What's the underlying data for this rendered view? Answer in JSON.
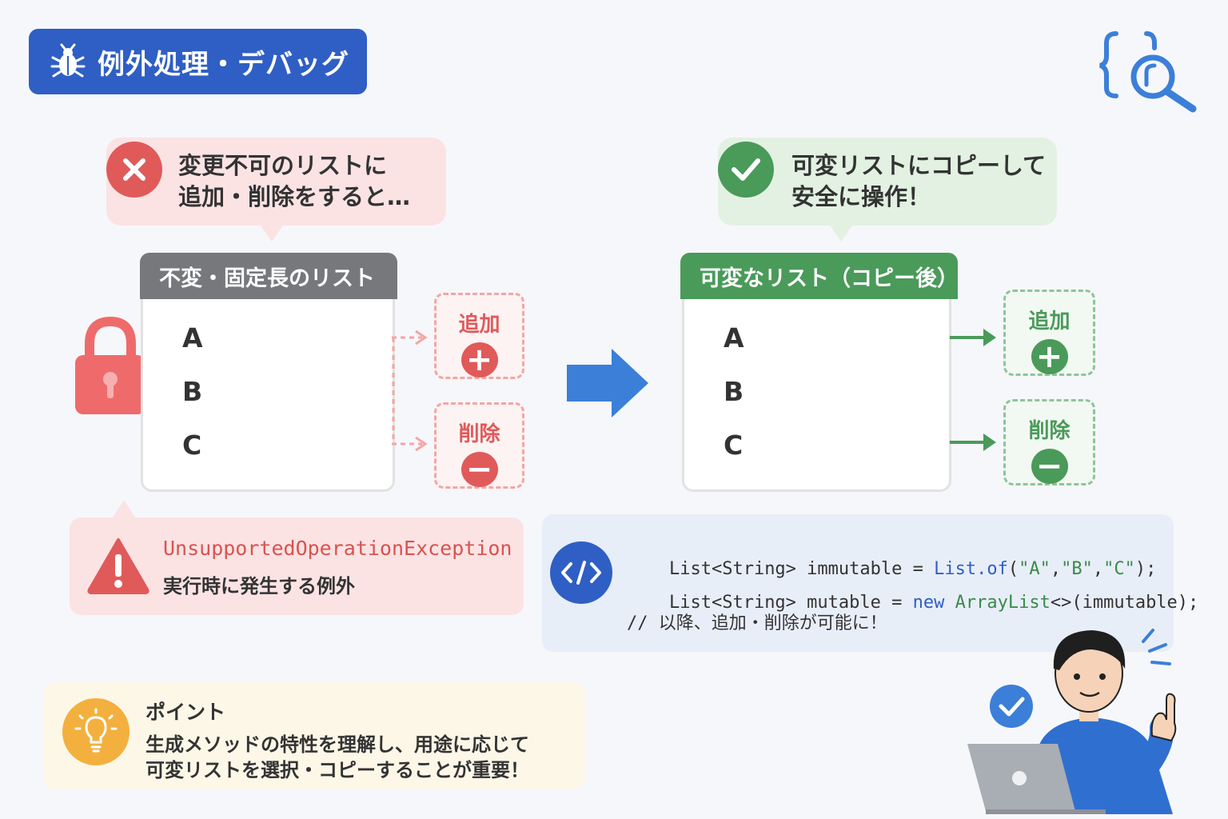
{
  "header": {
    "title": "例外処理・デバッグ",
    "bug_icon": "bug-icon",
    "logo_icon": "code-search-icon"
  },
  "left": {
    "bubble_line1": "変更不可のリストに",
    "bubble_line2": "追加・削除をすると…",
    "card_title": "不変・固定長のリスト",
    "items": [
      "A",
      "B",
      "C"
    ],
    "add_label": "追加",
    "remove_label": "削除",
    "status_icon": "x-icon",
    "lock_icon": "lock-icon"
  },
  "right": {
    "bubble_line1": "可変リストにコピーして",
    "bubble_line2": "安全に操作！",
    "card_title": "可変なリスト（コピー後）",
    "items": [
      "A",
      "B",
      "C"
    ],
    "add_label": "追加",
    "remove_label": "削除",
    "status_icon": "check-icon"
  },
  "exception": {
    "name": "UnsupportedOperationException",
    "description": "実行時に発生する例外",
    "icon": "warning-icon"
  },
  "code": {
    "icon": "code-icon",
    "line1": {
      "type": "List<String>",
      "var": " immutable = ",
      "call": "List.of",
      "args_open": "(",
      "a": "\"A\"",
      "sep1": ",",
      "b": "\"B\"",
      "sep2": ",",
      "c": "\"C\"",
      "end": ");"
    },
    "line2": {
      "type": "List<String>",
      "var": " mutable = ",
      "kw_new": "new",
      "space": " ",
      "cls": "ArrayList",
      "rest": "<>(immutable);"
    },
    "line3": "// 以降、追加・削除が可能に！"
  },
  "tip": {
    "title": "ポイント",
    "line1": "生成メソッドの特性を理解し、用途に応じて",
    "line2": "可変リストを選択・コピーすることが重要！",
    "icon": "lightbulb-icon"
  },
  "colors": {
    "blue": "#2f5fc4",
    "red": "#e05a5a",
    "green": "#4a9a5a",
    "gray_head": "#77787c",
    "orange": "#f4b03e"
  }
}
